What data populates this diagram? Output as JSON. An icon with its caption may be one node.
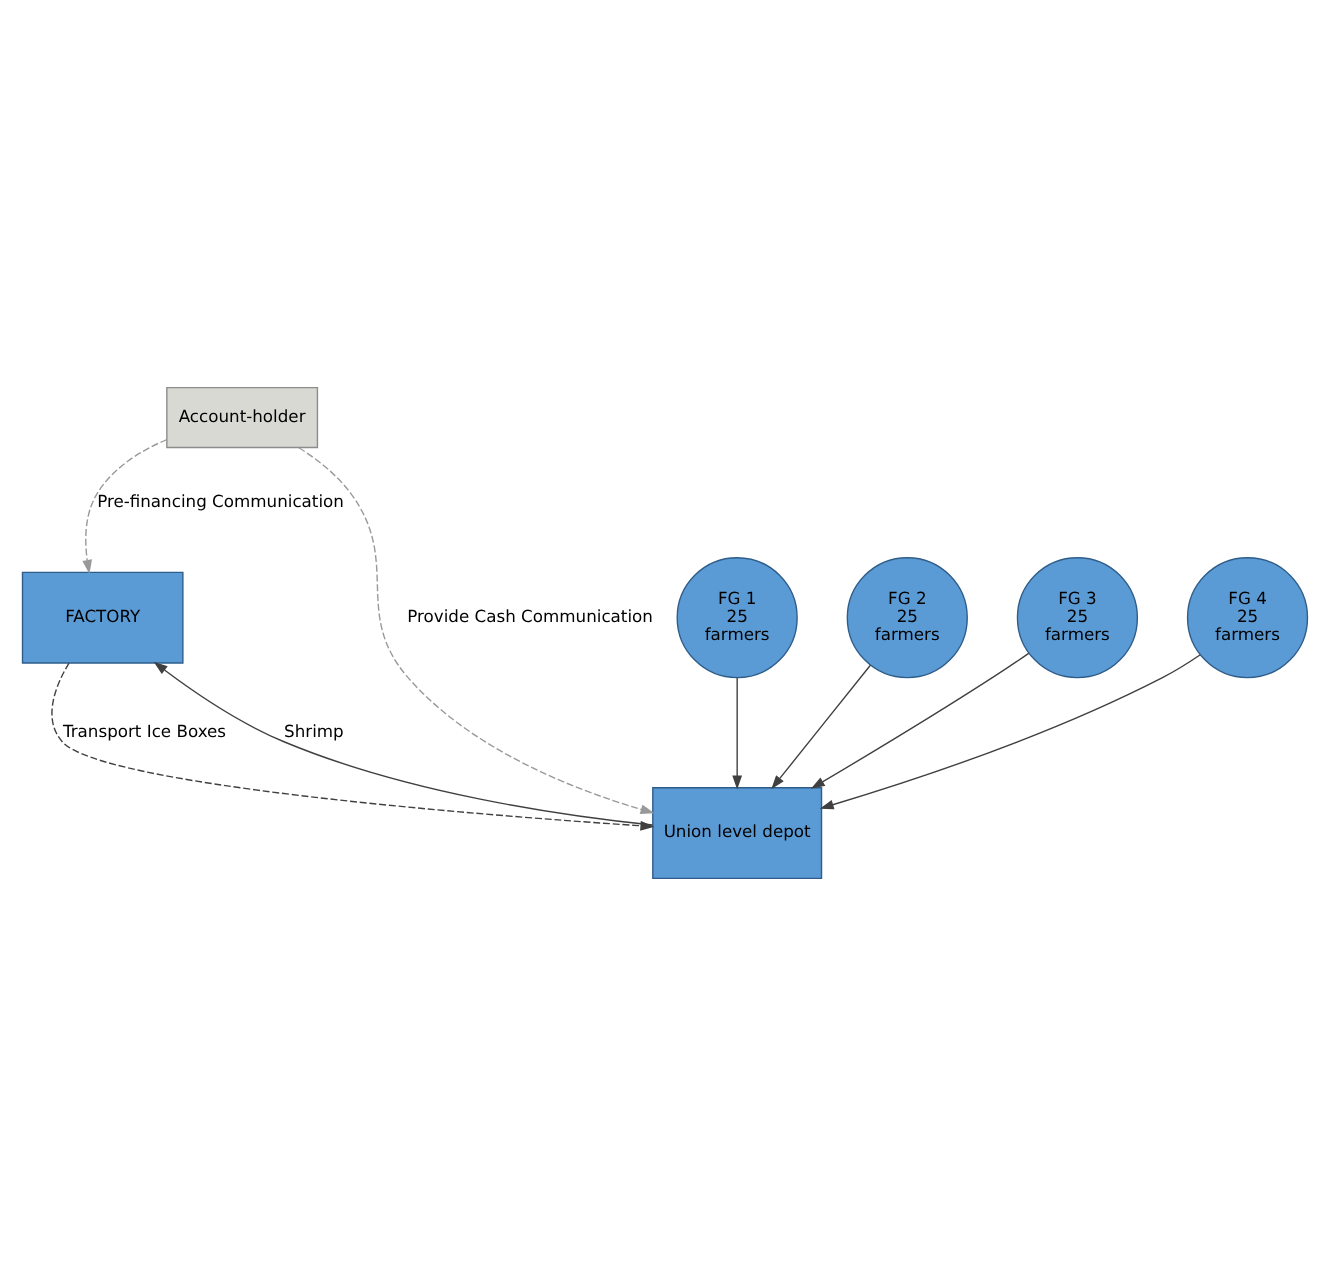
{
  "diagram": {
    "nodes": [
      {
        "text": [
          "FACTORY"
        ]
      },
      {
        "text": [
          "Union level depot"
        ]
      },
      {
        "text": [
          "Account-holder"
        ]
      },
      {
        "text": [
          "FG 1",
          "25",
          "farmers"
        ]
      },
      {
        "text": [
          "FG 2",
          "25",
          "farmers"
        ]
      },
      {
        "text": [
          "FG 3",
          "25",
          "farmers"
        ]
      },
      {
        "text": [
          "FG 4",
          "25",
          "farmers"
        ]
      }
    ],
    "edges": [
      {
        "from": 0,
        "to": 1,
        "arrow": "to",
        "label": "Transport Ice Boxes",
        "style": "dashed"
      },
      {
        "from": 1,
        "to": 0,
        "arrow": "to",
        "label": "Shrimp"
      },
      {
        "from": 2,
        "to": 0,
        "arrow": "to",
        "label": "Pre-financing Communication",
        "style": "dashed",
        "color": "#999999"
      },
      {
        "from": 2,
        "to": 1,
        "arrow": "to",
        "label": "Provide Cash Communication",
        "style": "dashed",
        "color": "#999999"
      },
      {
        "from": 3,
        "to": 1,
        "arrow": "to"
      },
      {
        "from": 4,
        "to": 1,
        "arrow": "to"
      },
      {
        "from": 5,
        "to": 1,
        "arrow": "to"
      },
      {
        "from": 6,
        "to": 1,
        "arrow": "to"
      }
    ]
  }
}
